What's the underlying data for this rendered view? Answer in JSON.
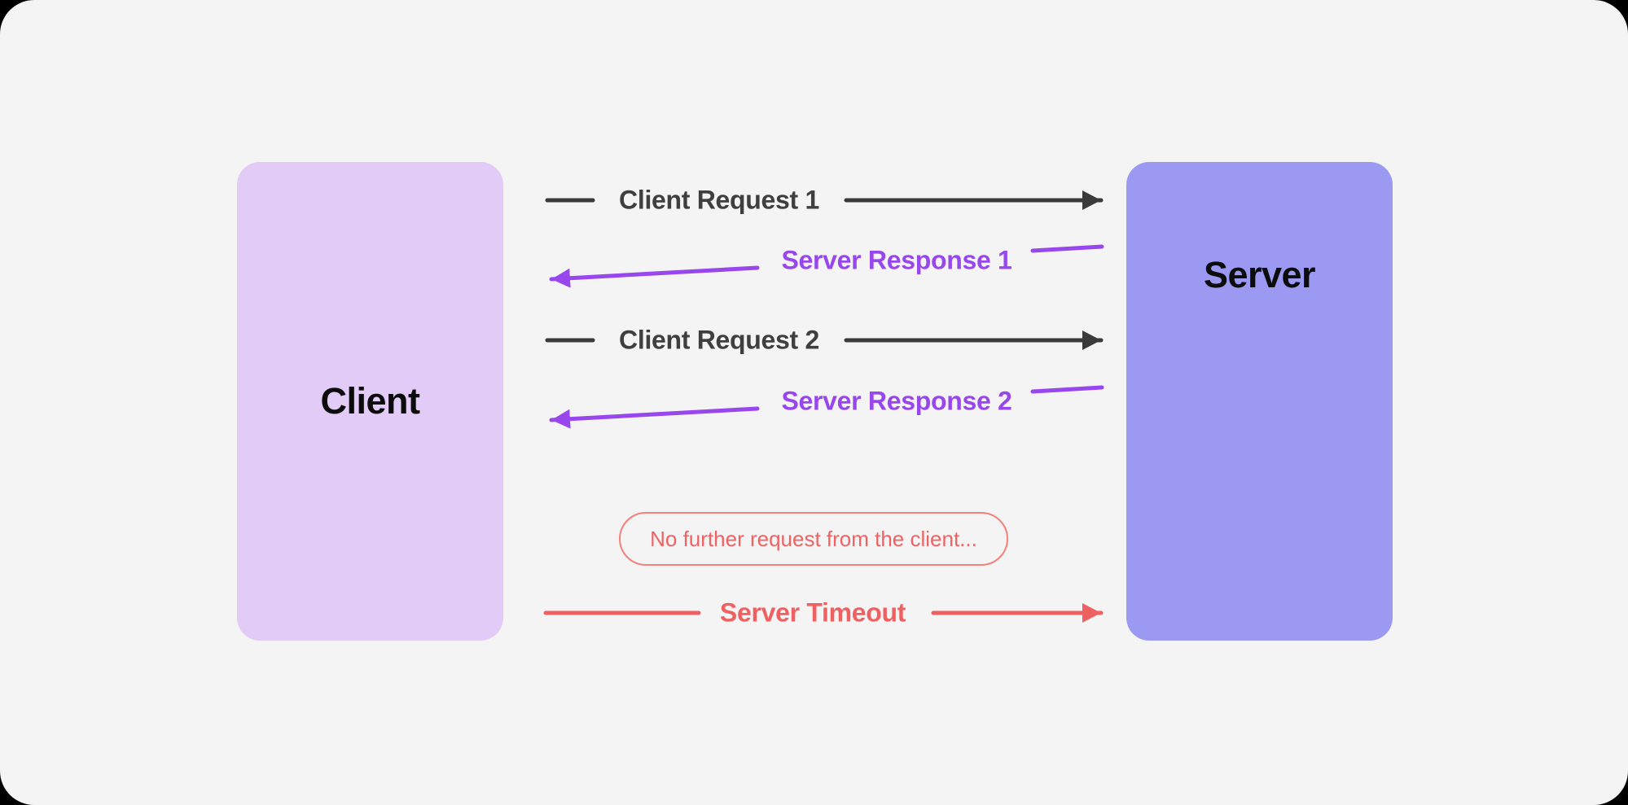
{
  "colors": {
    "background_outer": "#000000",
    "background_panel": "#f5f4f5",
    "client_box": "#e2cbf7",
    "server_box": "#9c99f3",
    "request": "#3a3a3a",
    "response": "#9747eb",
    "timeout": "#ef6161",
    "note_border": "#f2817b"
  },
  "nodes": {
    "client": {
      "label": "Client"
    },
    "server": {
      "label": "Server"
    }
  },
  "messages": [
    {
      "label": "Client Request 1",
      "direction": "client-to-server",
      "type": "request"
    },
    {
      "label": "Server Response 1",
      "direction": "server-to-client",
      "type": "response"
    },
    {
      "label": "Client Request 2",
      "direction": "client-to-server",
      "type": "request"
    },
    {
      "label": "Server Response 2",
      "direction": "server-to-client",
      "type": "response"
    },
    {
      "label": "Server Timeout",
      "direction": "server-to-server",
      "type": "timeout"
    }
  ],
  "note": {
    "label": "No further request from the client..."
  }
}
